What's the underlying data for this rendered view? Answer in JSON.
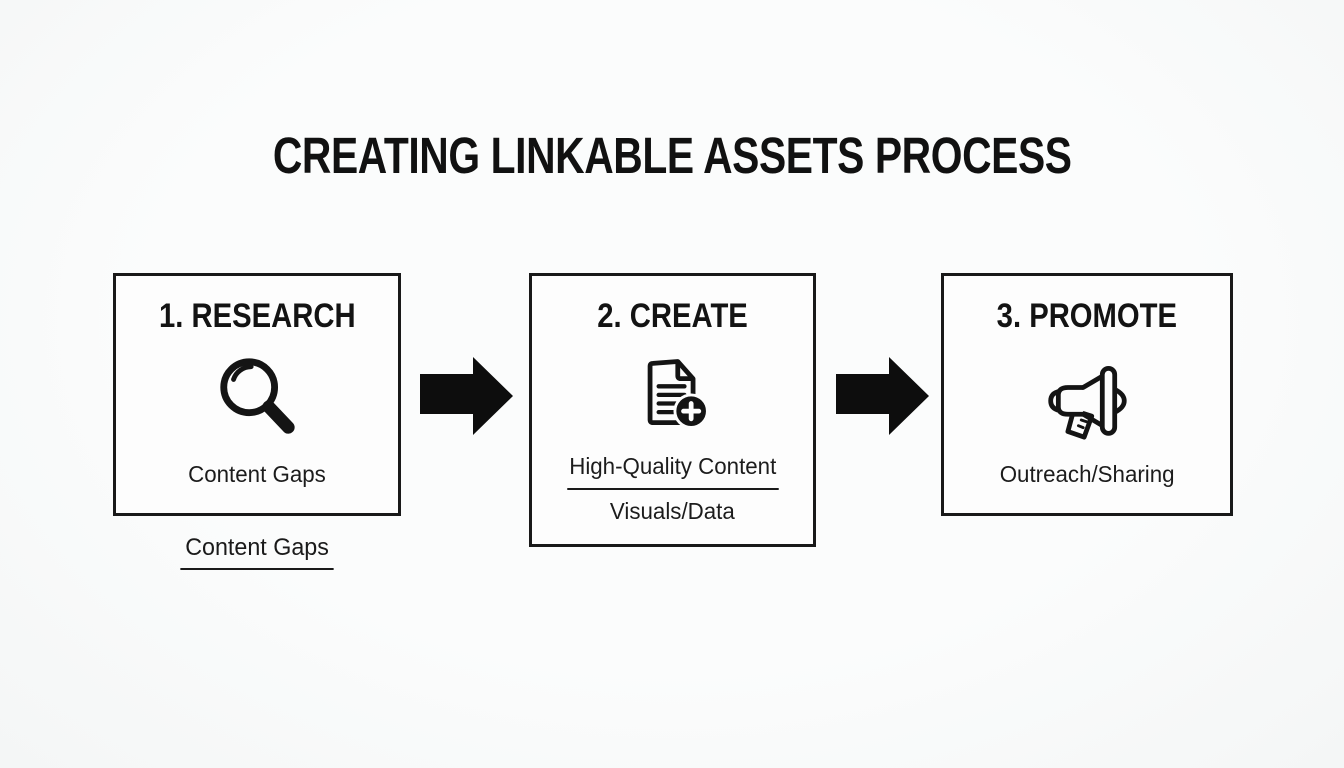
{
  "title": "CREATING LINKABLE ASSETS PROCESS",
  "steps": [
    {
      "heading": "1. RESEARCH",
      "icon": "magnifier-icon",
      "labels": [
        "Content Gaps"
      ]
    },
    {
      "heading": "2. CREATE",
      "icon": "document-add-icon",
      "labels": [
        "High-Quality Content",
        "Visuals/Data"
      ]
    },
    {
      "heading": "3. PROMOTE",
      "icon": "megaphone-icon",
      "labels": [
        "Outreach/Sharing"
      ]
    }
  ],
  "annotation_below_step1": "Content Gaps",
  "colors": {
    "ink": "#161616",
    "background": "#f8fafa",
    "box_background": "#fdfdfd"
  }
}
